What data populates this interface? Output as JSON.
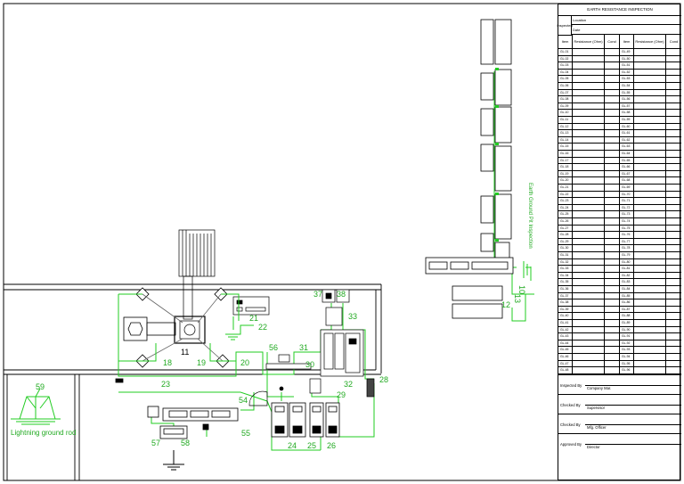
{
  "drawing": {
    "labels": {
      "l11": "11",
      "l18": "18",
      "l19": "19",
      "l20": "20",
      "l21": "21",
      "l22": "22",
      "l23": "23",
      "l24": "24",
      "l25": "25",
      "l26": "26",
      "l28": "28",
      "l29": "29",
      "l30": "30",
      "l31": "31",
      "l32": "32",
      "l33": "33",
      "l37": "37",
      "l38": "38",
      "l54": "54",
      "l55": "55",
      "l56": "56",
      "l57": "57",
      "l58": "58",
      "l59": "59",
      "l10": "10",
      "l12": "12",
      "l13": "13"
    },
    "lightning": "Lightning ground rod",
    "earth_ground": "Earth Ground Pit Inspection",
    "colors": {
      "line": "#000000",
      "ground": "#22cc22",
      "label_green": "#22aa22"
    }
  },
  "inspection": {
    "title": "EARTH RESISTANCE INSPECTION",
    "inspected_label": "Inspected",
    "location_label": "Location",
    "date_label": "Date",
    "col_item": "Item",
    "col_resistance": "Resistance (Ohm)",
    "col_cond": "Cond",
    "rows_left": [
      "GL-01",
      "GL-02",
      "GL-03",
      "GL-04",
      "GL-05",
      "GL-06",
      "GL-07",
      "GL-08",
      "GL-09",
      "GL-10",
      "GL-11",
      "GL-12",
      "GL-13",
      "GL-14",
      "GL-15",
      "GL-16",
      "GL-17",
      "GL-18",
      "GL-19",
      "GL-20",
      "GL-21",
      "GL-22",
      "GL-23",
      "GL-24",
      "GL-25",
      "GL-26",
      "GL-27",
      "GL-28",
      "GL-29",
      "GL-30",
      "GL-31",
      "GL-32",
      "GL-33",
      "GL-34",
      "GL-35",
      "GL-36",
      "GL-37",
      "GL-38",
      "GL-39",
      "GL-40",
      "GL-41",
      "GL-42",
      "GL-43",
      "GL-44",
      "GL-45",
      "GL-46",
      "GL-47",
      "GL-48"
    ],
    "rows_right": [
      "GL-49",
      "GL-50",
      "GL-51",
      "GL-52",
      "GL-53",
      "GL-54",
      "GL-55",
      "GL-56",
      "GL-57",
      "GL-58",
      "GL-59",
      "GL-60",
      "GL-61",
      "GL-62",
      "GL-63",
      "GL-64",
      "GL-65",
      "GL-66",
      "GL-67",
      "GL-68",
      "GL-69",
      "GL-70",
      "GL-71",
      "GL-72",
      "GL-73",
      "GL-74",
      "GL-75",
      "GL-76",
      "GL-77",
      "GL-78",
      "GL-79",
      "GL-80",
      "GL-81",
      "GL-82",
      "GL-83",
      "GL-84",
      "GL-85",
      "GL-86",
      "GL-87",
      "GL-88",
      "GL-89",
      "GL-90",
      "GL-91",
      "GL-92",
      "GL-93",
      "GL-94",
      "GL-95",
      "GL-96"
    ],
    "signatures": [
      {
        "label": "Inspected By",
        "name": "Company Mar."
      },
      {
        "label": "Checked By",
        "name": "Supervisor"
      },
      {
        "label": "Checked By",
        "name": "Mfg. Officer"
      },
      {
        "label": "Approved By",
        "name": "Director"
      }
    ]
  }
}
